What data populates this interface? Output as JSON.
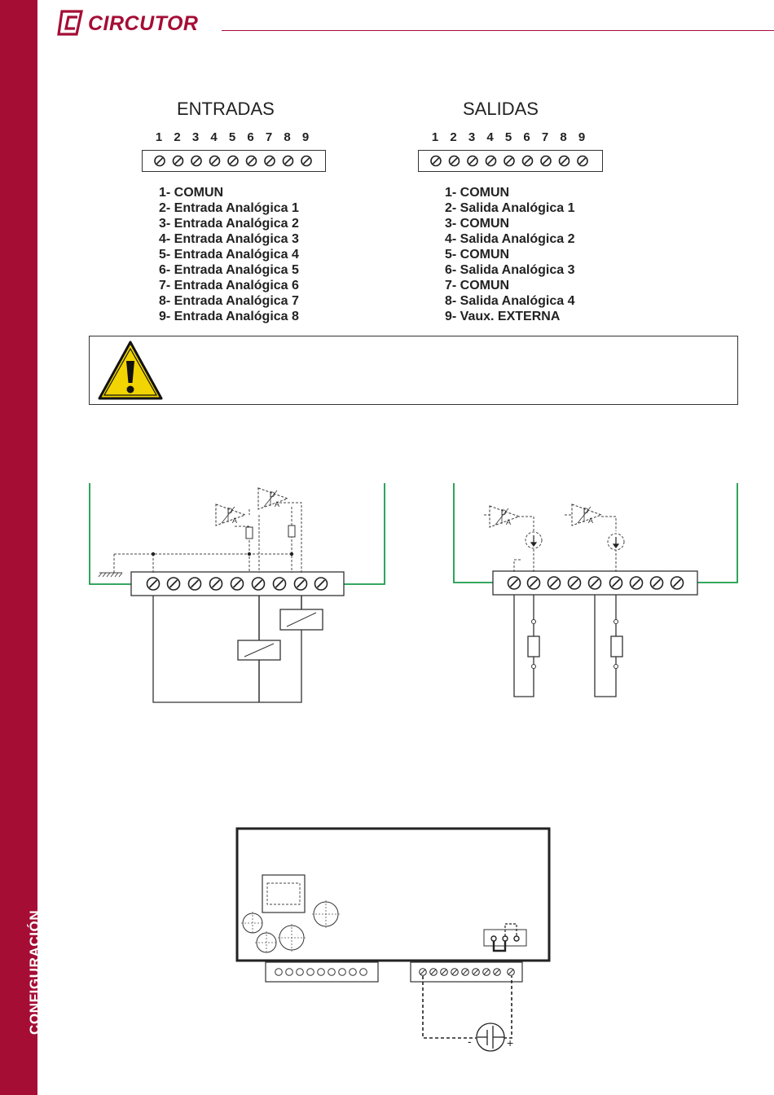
{
  "sidebar": {
    "section_label": "CONFIGURACIÓN",
    "color": "#a50d35"
  },
  "logo": {
    "brand_text": "CIRCUTOR",
    "color": "#a50d35"
  },
  "inputs": {
    "title": "ENTRADAS",
    "terminal_numbers": [
      "1",
      "2",
      "3",
      "4",
      "5",
      "6",
      "7",
      "8",
      "9"
    ],
    "terminals": [
      "1- COMUN",
      "2- Entrada Analógica 1",
      "3- Entrada Analógica 2",
      "4- Entrada Analógica 3",
      "5- Entrada Analógica 4",
      "6- Entrada Analógica 5",
      "7- Entrada Analógica 6",
      "8- Entrada Analógica 7",
      "9- Entrada Analógica 8"
    ]
  },
  "outputs": {
    "title": "SALIDAS",
    "terminal_numbers": [
      "1",
      "2",
      "3",
      "4",
      "5",
      "6",
      "7",
      "8",
      "9"
    ],
    "terminals": [
      "1- COMUN",
      "2- Salida Analógica 1",
      "3- COMUN",
      "4- Salida Analógica 2",
      "5- COMUN",
      "6- Salida Analógica 3",
      "7- COMUN",
      "8- Salida Analógica 4",
      "9- Vaux. EXTERNA"
    ]
  },
  "warning": {
    "icon": "warning-triangle-icon",
    "color": "#f2d500"
  },
  "diagram_labels": {
    "converter_d": "D",
    "converter_a": "A",
    "battery_minus": "-",
    "battery_plus": "+"
  },
  "colors": {
    "wire_green": "#1a9a4a"
  }
}
